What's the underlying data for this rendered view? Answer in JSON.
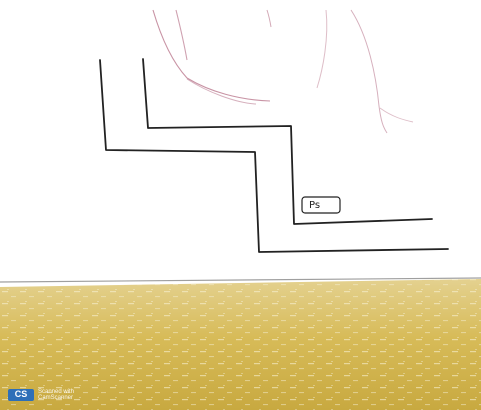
{
  "drawing": {
    "label": "Ps"
  },
  "watermark": {
    "badge": "CS",
    "text_lines": [
      "Scanned with",
      "CamScanner"
    ]
  },
  "colors": {
    "ink": "#222222",
    "pencil_red": "#b56f86",
    "table": "#d8bf64",
    "paper": "#ffffff",
    "watermark_badge": "#2d6fb8"
  }
}
